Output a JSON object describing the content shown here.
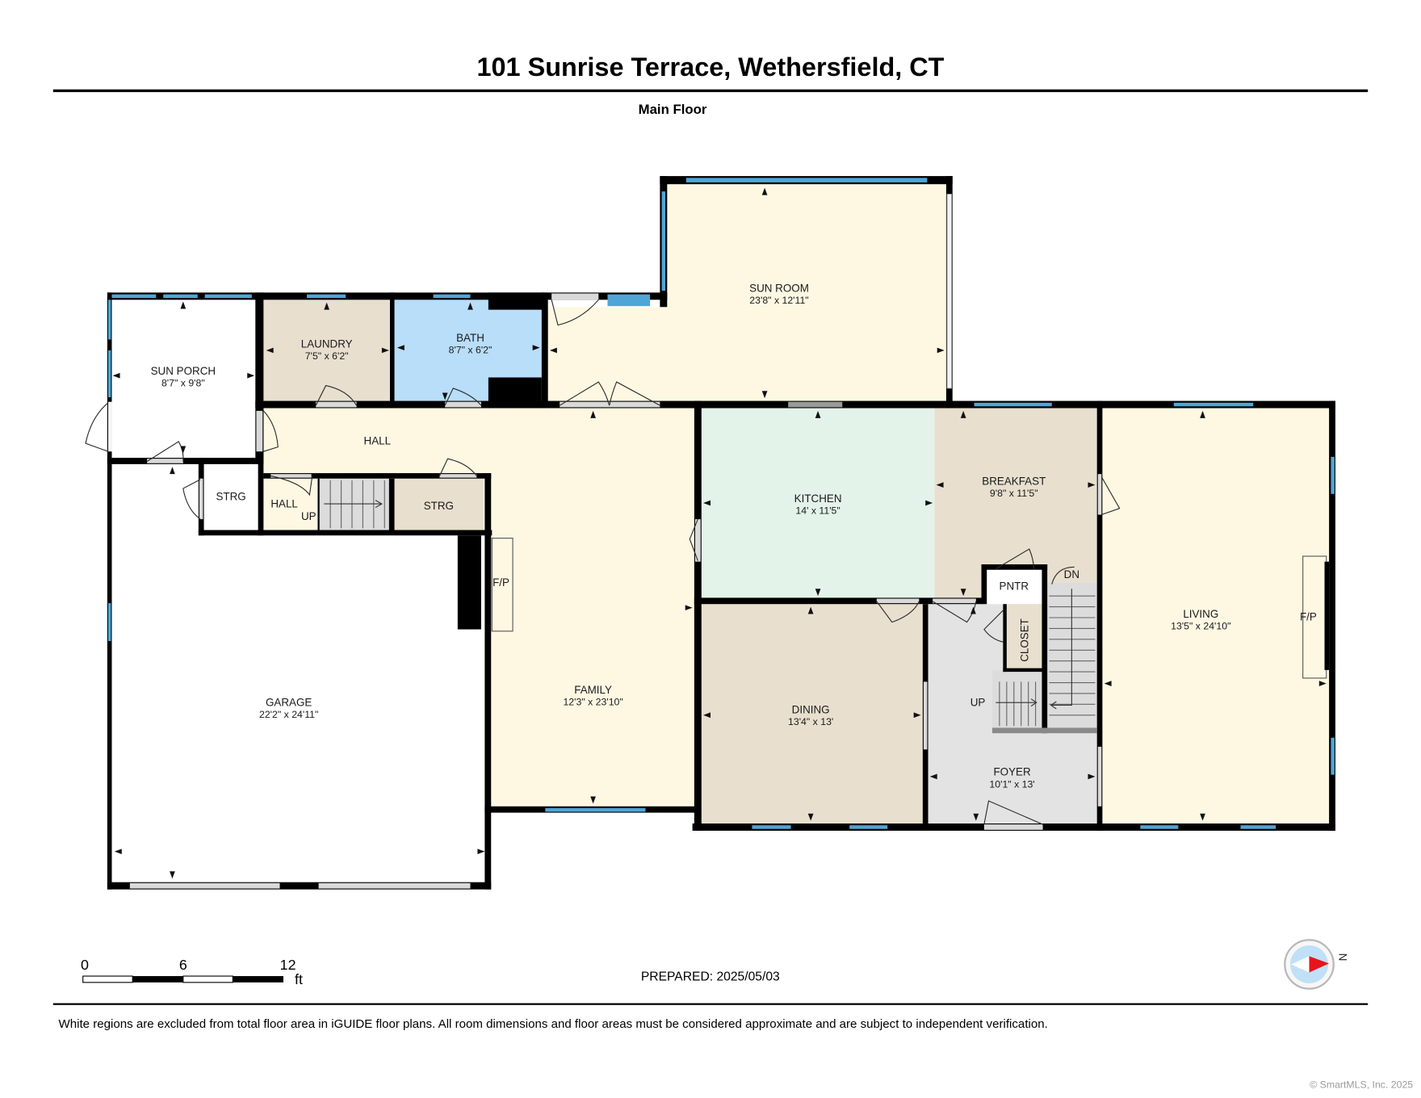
{
  "title": "101 Sunrise Terrace, Wethersfield, CT",
  "floor_name": "Main Floor",
  "rooms": {
    "sun_room": {
      "name": "SUN ROOM",
      "dims": "23'8\" x 12'11\""
    },
    "sun_porch": {
      "name": "SUN PORCH",
      "dims": "8'7\" x 9'8\""
    },
    "laundry": {
      "name": "LAUNDRY",
      "dims": "7'5\" x 6'2\""
    },
    "bath": {
      "name": "BATH",
      "dims": "8'7\" x 6'2\""
    },
    "hall": {
      "name": "HALL"
    },
    "hall_small": {
      "name": "HALL"
    },
    "storage_left": {
      "name": "STRG"
    },
    "storage_right": {
      "name": "STRG"
    },
    "garage": {
      "name": "GARAGE",
      "dims": "22'2\" x 24'11\""
    },
    "family": {
      "name": "FAMILY",
      "dims": "12'3\" x 23'10\""
    },
    "kitchen": {
      "name": "KITCHEN",
      "dims": "14' x 11'5\""
    },
    "breakfast": {
      "name": "BREAKFAST",
      "dims": "9'8\" x 11'5\""
    },
    "dining": {
      "name": "DINING",
      "dims": "13'4\" x 13'"
    },
    "foyer": {
      "name": "FOYER",
      "dims": "10'1\" x 13'"
    },
    "pantry": {
      "name": "PNTR"
    },
    "closet": {
      "name": "CLOSET"
    },
    "living": {
      "name": "LIVING",
      "dims": "13'5\" x 24'10\""
    }
  },
  "markers": {
    "up_hall": "UP",
    "up_foyer": "UP",
    "down": "DN",
    "fireplace_family": "F/P",
    "fireplace_living": "F/P"
  },
  "scale_bar": {
    "labels": [
      "0",
      "6",
      "12"
    ],
    "unit": "ft"
  },
  "prepared": "PREPARED: 2025/05/03",
  "compass": {
    "label": "N",
    "icon": "compass-icon"
  },
  "disclaimer": "White regions are excluded from total floor area in iGUIDE floor plans. All room dimensions and floor areas must be considered approximate and are subject to independent verification.",
  "copyright": "© SmartMLS, Inc. 2025",
  "colors": {
    "cream": "#fef8e3",
    "tan": "#e9dfcf",
    "bath_blue": "#b8defa",
    "kitchen_green": "#e4f3ea",
    "foyer_gray": "#e3e3e3",
    "stairs_gray": "#dcdcdc",
    "window_blue": "#4fa6d6",
    "compass_red": "#e8141c",
    "compass_blue": "#bfe0f7"
  }
}
